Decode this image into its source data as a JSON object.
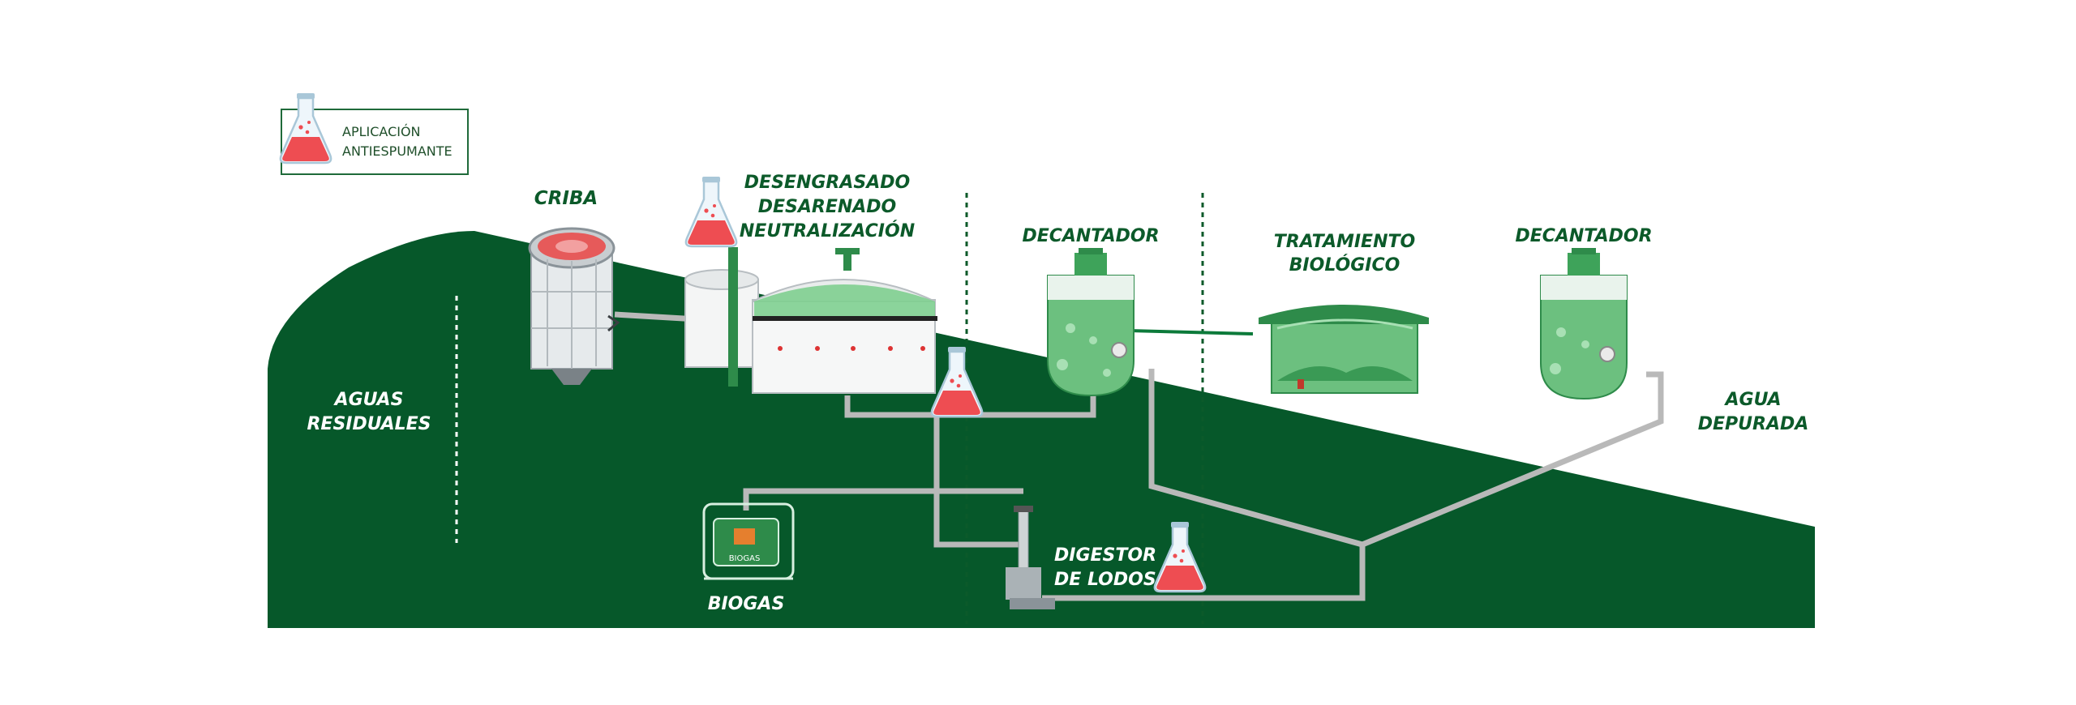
{
  "legend": {
    "line1": "APLICACIÓN",
    "line2": "ANTIESPUMANTE",
    "icon": "flask-icon"
  },
  "labels": {
    "criba": "CRIBA",
    "desengrasado_1": "DESENGRASADO",
    "desengrasado_2": "DESARENADO",
    "desengrasado_3": "NEUTRALIZACIÓN",
    "decantador_1": "DECANTADOR",
    "tratamiento_1": "TRATAMIENTO",
    "tratamiento_2": "BIOLÓGICO",
    "decantador_2": "DECANTADOR",
    "aguas_1": "AGUAS",
    "aguas_2": "RESIDUALES",
    "agua_dep_1": "AGUA",
    "agua_dep_2": "DEPURADA",
    "digestor_1": "DIGESTOR",
    "digestor_2": "DE LODOS",
    "biogas": "BIOGAS",
    "biogas_plate": "BIOGAS"
  },
  "colors": {
    "hill": "#06582a",
    "label_green": "#0c5a2a",
    "pipe": "#b9b9b9",
    "flask_liquid": "#ee4d52",
    "tank_green": "#4caf6a",
    "tank_light": "#7fcf90"
  }
}
